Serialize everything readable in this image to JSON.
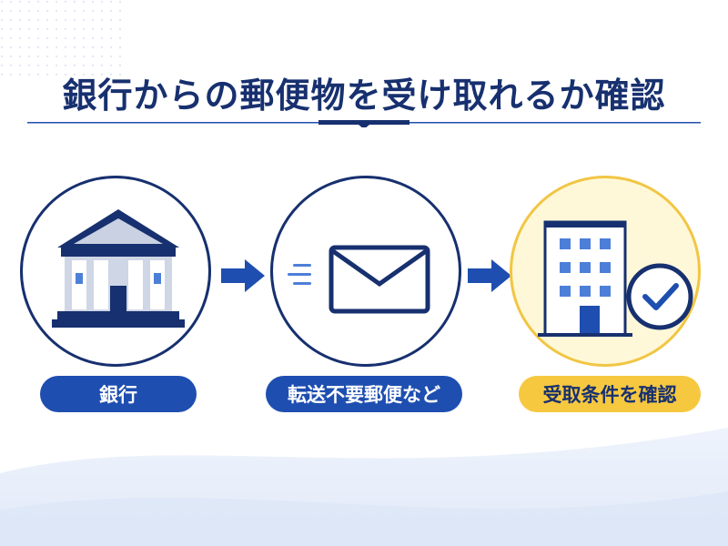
{
  "title": "銀行からの郵便物を受け取れるか確認",
  "steps": [
    {
      "label": "銀行",
      "icon": "bank-icon"
    },
    {
      "label": "転送不要郵便など",
      "icon": "envelope-icon"
    },
    {
      "label": "受取条件を確認",
      "icon": "building-check-icon"
    }
  ],
  "colors": {
    "navy": "#17306f",
    "blue": "#1e4eb0",
    "yellow": "#f6c840",
    "light_yellow": "#fff8d8"
  }
}
